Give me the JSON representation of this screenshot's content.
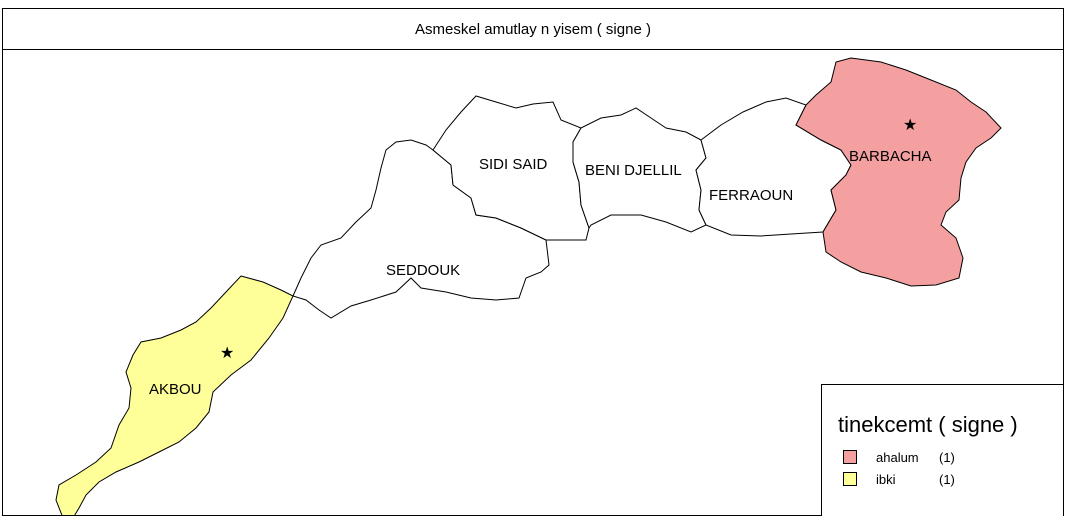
{
  "title": "Asmeskel amutlay n yisem ( signe )",
  "colors": {
    "ahalum": "#f4a0a0",
    "ibki": "#ffff99",
    "none": "#ffffff",
    "border": "#000000"
  },
  "regions": [
    {
      "id": "barbacha",
      "label": "BARBACHA",
      "category": "ahalum",
      "star": true
    },
    {
      "id": "ferraoun",
      "label": "FERRAOUN",
      "category": "none",
      "star": false
    },
    {
      "id": "beni-djellil",
      "label": "BENI DJELLIL",
      "category": "none",
      "star": false
    },
    {
      "id": "sidi-said",
      "label": "SIDI SAID",
      "category": "none",
      "star": false
    },
    {
      "id": "seddouk",
      "label": "SEDDOUK",
      "category": "none",
      "star": false
    },
    {
      "id": "akbou",
      "label": "AKBOU",
      "category": "ibki",
      "star": true
    }
  ],
  "legend": {
    "title": "tinekcemt ( signe )",
    "items": [
      {
        "label": "ahalum",
        "count": "(1)",
        "color": "#f4a0a0"
      },
      {
        "label": "ibki",
        "count": "(1)",
        "color": "#ffff99"
      }
    ]
  }
}
